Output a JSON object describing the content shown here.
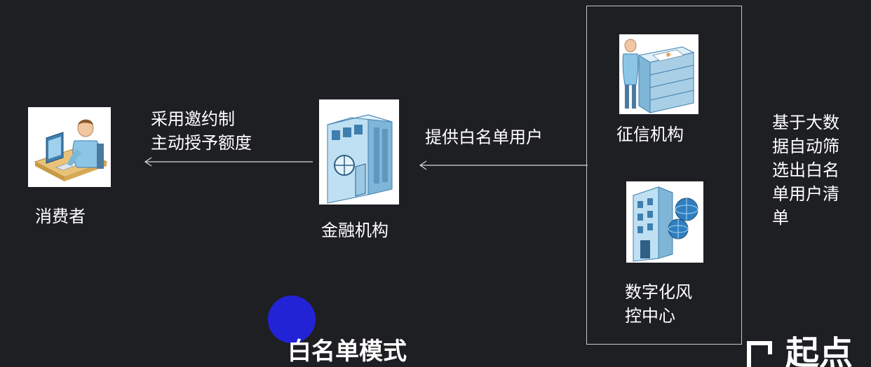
{
  "nodes": {
    "consumer": "消费者",
    "financial_institution": "金融机构",
    "credit_agency": "征信机构",
    "risk_center_line1": "数字化风",
    "risk_center_line2": "控中心"
  },
  "edges": {
    "institution_to_consumer_line1": "采用邀约制",
    "institution_to_consumer_line2": "主动授予额度",
    "sources_to_institution": "提供白名单用户"
  },
  "description": [
    "基于大数",
    "据自动筛",
    "选出白名",
    "单用户清",
    "单"
  ],
  "title": "白名单模式",
  "logo_text": "起点"
}
